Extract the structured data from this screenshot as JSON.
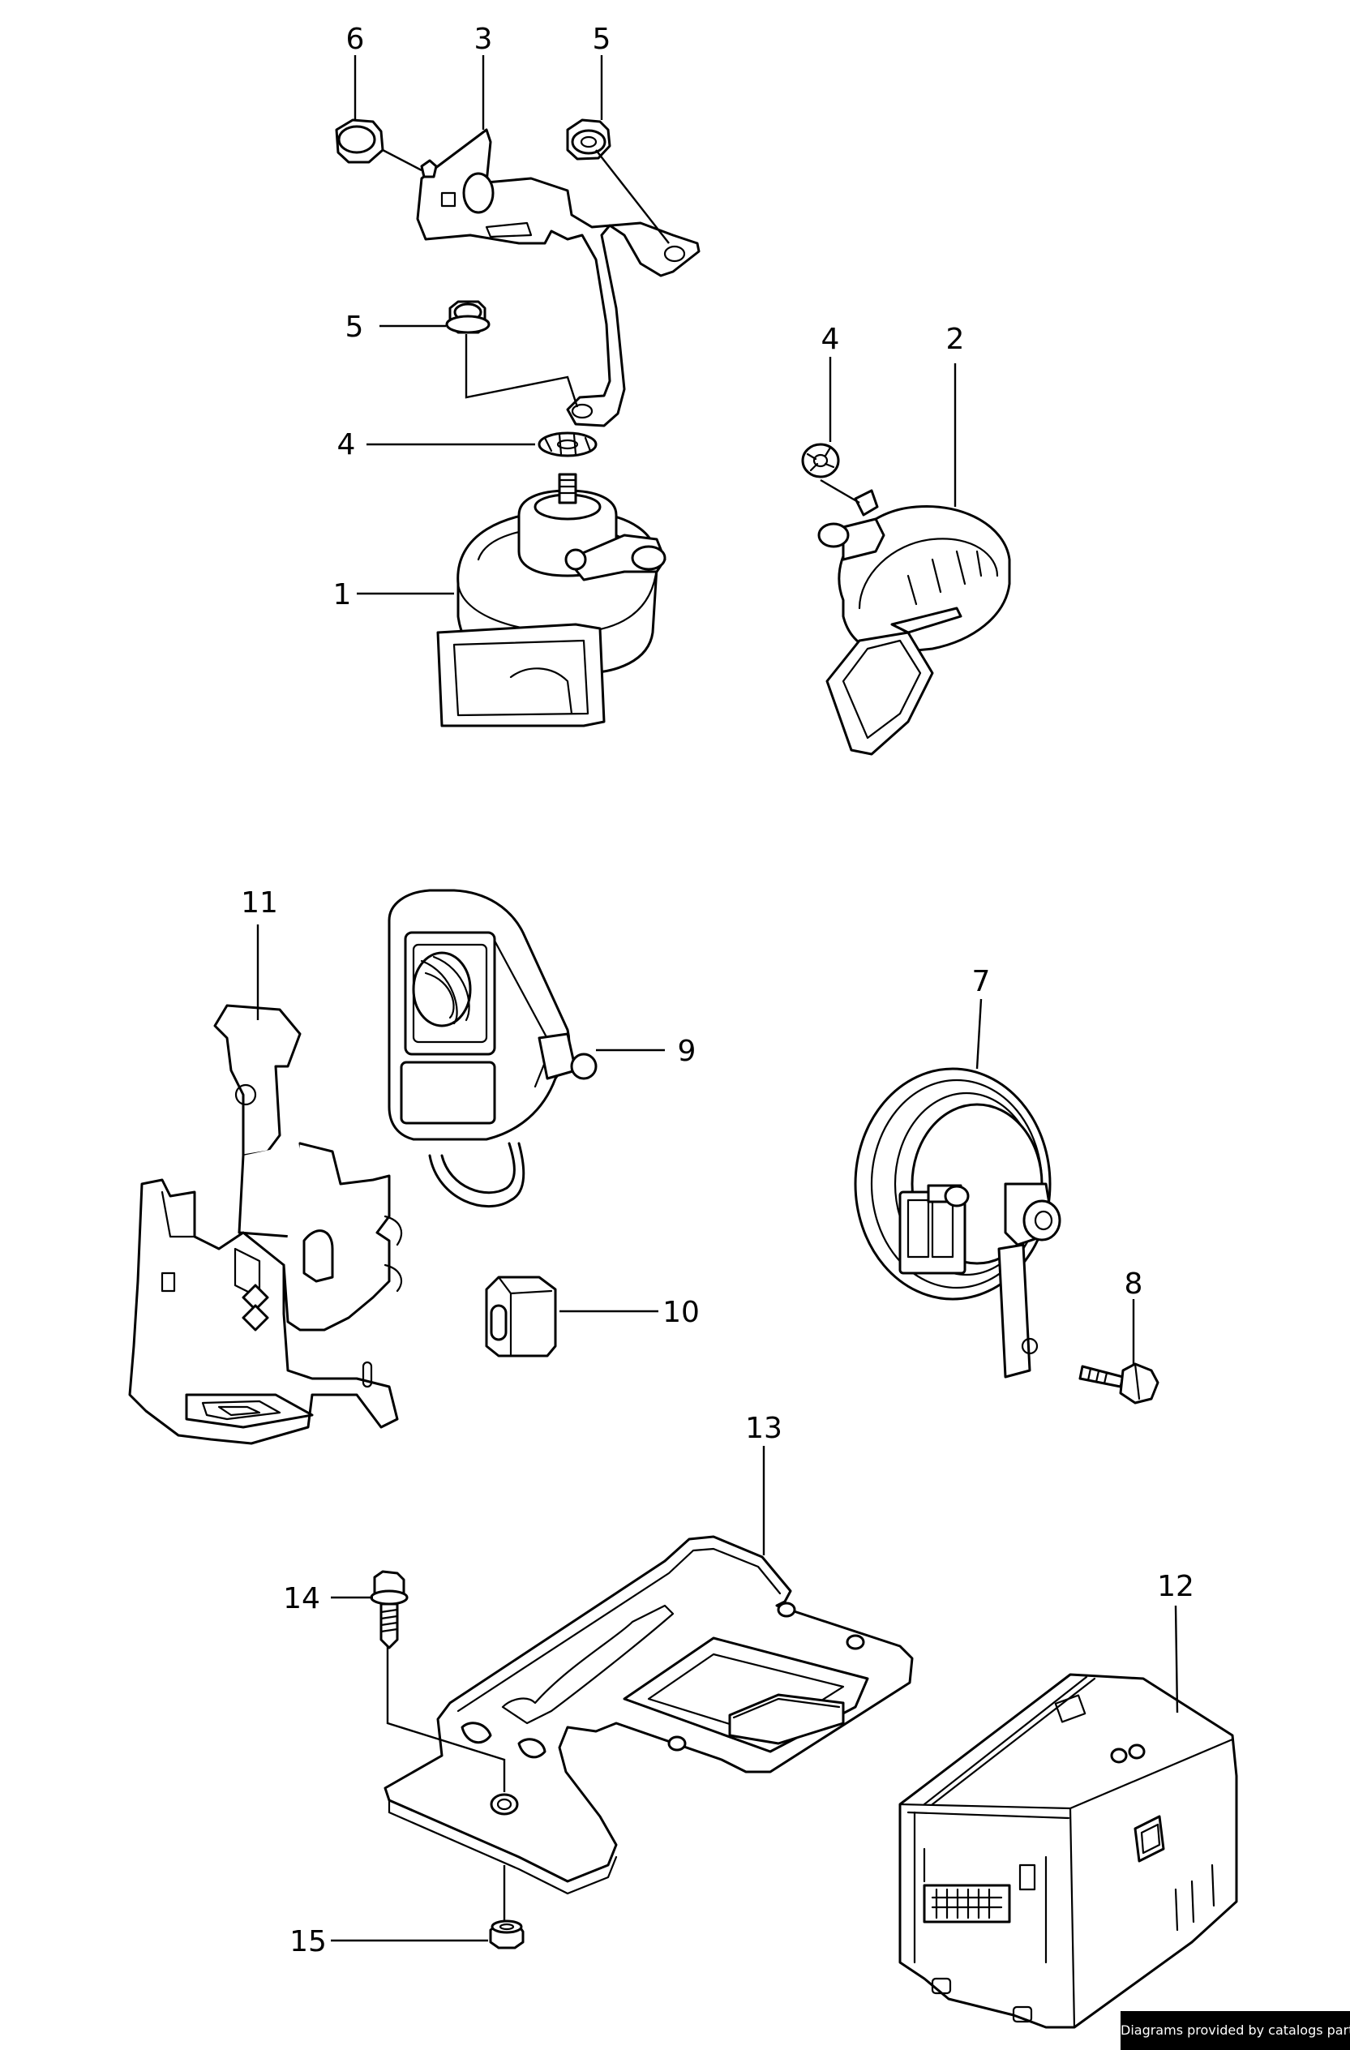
{
  "callouts": {
    "c1": "1",
    "c2": "2",
    "c3": "3",
    "c4a": "4",
    "c4b": "4",
    "c5a": "5",
    "c5b": "5",
    "c6": "6",
    "c7": "7",
    "c8": "8",
    "c9": "9",
    "c10": "10",
    "c11": "11",
    "c12": "12",
    "c13": "13",
    "c14": "14",
    "c15": "15"
  },
  "credit": "Diagrams provided by catalogs parts"
}
